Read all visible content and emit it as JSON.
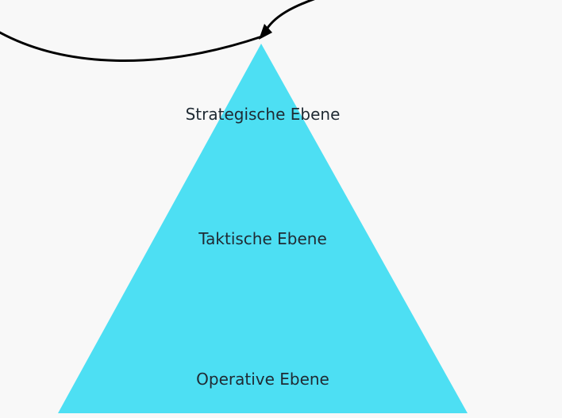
{
  "diagram": {
    "colors": {
      "background": "#f8f8f8",
      "pyramid_fill": "#4ddff3",
      "arrow": "#000000",
      "text": "#1f2a33"
    },
    "levels": [
      {
        "label": "Strategische Ebene"
      },
      {
        "label": "Taktische Ebene"
      },
      {
        "label": "Operative Ebene"
      }
    ]
  }
}
